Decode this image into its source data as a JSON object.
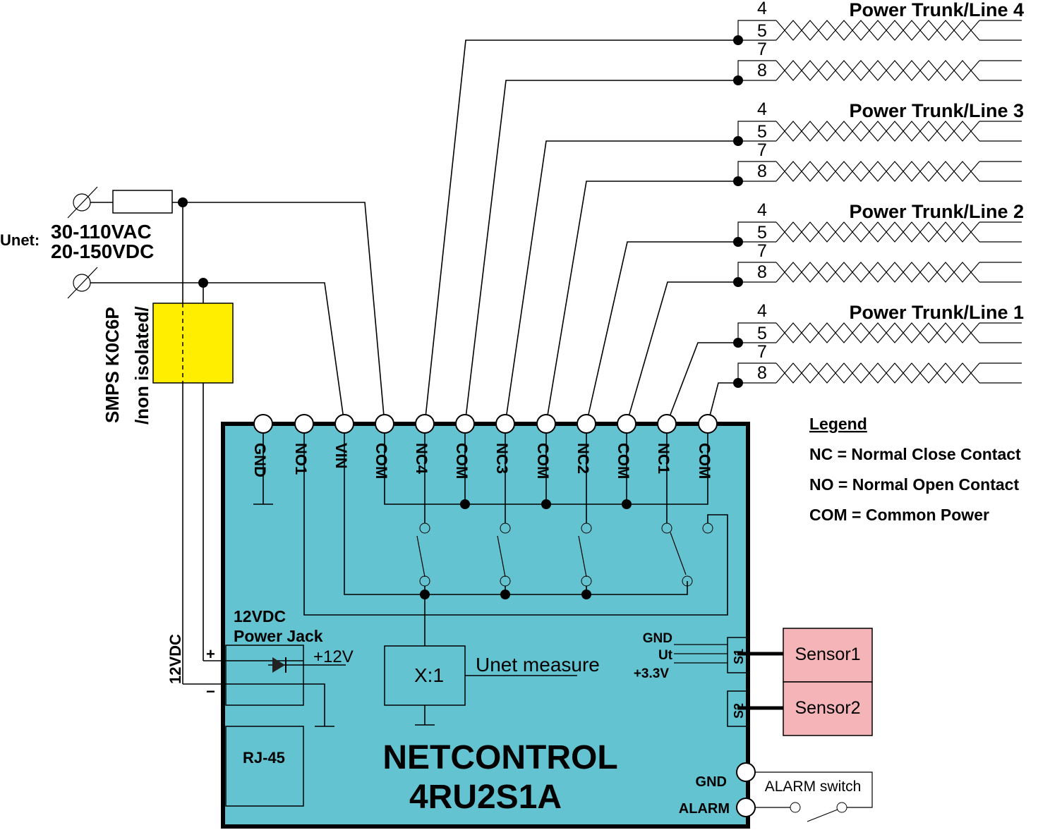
{
  "diagram": {
    "input": {
      "label": "Unet:",
      "ac_range": "30-110VAC",
      "dc_range": "20-150VDC"
    },
    "smps": {
      "name": "SMPS K0C6P",
      "note": "/non isolated/",
      "output_label": "12VDC",
      "color": "#FFEE00"
    },
    "device": {
      "name_line1": "NETCONTROL",
      "name_line2": "4RU2S1A",
      "body_color": "#64C3D0",
      "terminals": [
        "GND",
        "NO1",
        "VIN",
        "COM",
        "NC4",
        "COM",
        "NC3",
        "COM",
        "NC2",
        "COM",
        "NC1",
        "COM"
      ],
      "power_jack": {
        "line1": "12VDC",
        "line2": "Power Jack",
        "voltage": "+12V",
        "plus": "+",
        "minus": "−"
      },
      "measure": {
        "ratio": "X:1",
        "label": "Unet measure"
      },
      "rj45": "RJ-45",
      "sensor_pins": [
        "GND",
        "Ut",
        "+3.3V"
      ],
      "sensor_ports": [
        "S1",
        "S2"
      ],
      "alarm_pins": [
        "GND",
        "ALARM"
      ]
    },
    "trunks": [
      {
        "label": "Power Trunk/Line 4",
        "pins": [
          "4",
          "5",
          "7",
          "8"
        ]
      },
      {
        "label": "Power Trunk/Line 3",
        "pins": [
          "4",
          "5",
          "7",
          "8"
        ]
      },
      {
        "label": "Power Trunk/Line 2",
        "pins": [
          "4",
          "5",
          "7",
          "8"
        ]
      },
      {
        "label": "Power Trunk/Line 1",
        "pins": [
          "4",
          "5",
          "7",
          "8"
        ]
      }
    ],
    "sensors": {
      "items": [
        "Sensor1",
        "Sensor2"
      ],
      "color": "#F4B4B8"
    },
    "alarm_switch": "ALARM switch",
    "legend": {
      "title": "Legend",
      "items": [
        "NC = Normal Close Contact",
        "NO = Normal Open Contact",
        "COM = Common Power"
      ]
    }
  }
}
